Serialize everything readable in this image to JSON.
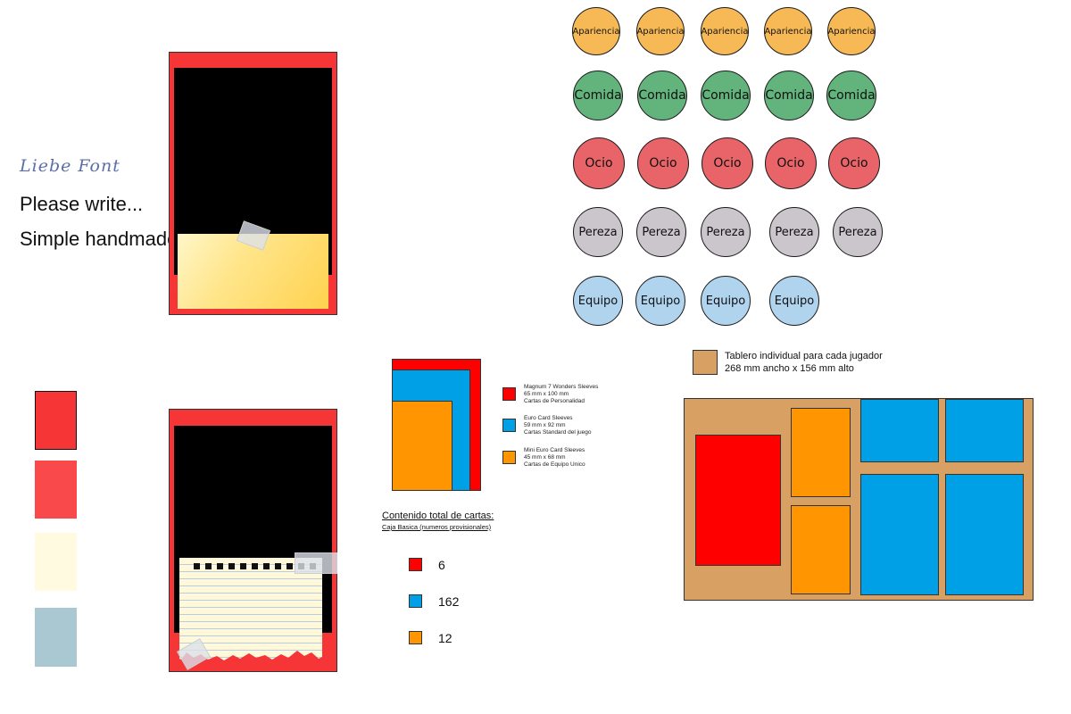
{
  "font_samples": [
    {
      "text": "Liebe Font"
    },
    {
      "text": "Please write..."
    },
    {
      "text": "Simple handmade"
    }
  ],
  "palette": [
    {
      "color": "#f63537"
    },
    {
      "color": "#f9494b"
    },
    {
      "color": "#fffae0"
    },
    {
      "color": "#a9c8d2"
    }
  ],
  "tokens": {
    "rows": [
      {
        "label": "Apariencia",
        "color": "#f7b955",
        "count": 5
      },
      {
        "label": "Comida",
        "color": "#62b37c",
        "count": 5
      },
      {
        "label": "Ocio",
        "color": "#e96468",
        "count": 5
      },
      {
        "label": "Pereza",
        "color": "#cbc6cc",
        "count": 5
      },
      {
        "label": "Equipo",
        "color": "#b0d3ee",
        "count": 4
      }
    ]
  },
  "sleeves": {
    "items": [
      {
        "color": "#ff0000",
        "lines": [
          "Magnum 7 Wonders Sleeves",
          "65 mm x 100 mm",
          "Cartas de Personalidad"
        ]
      },
      {
        "color": "#00a0e6",
        "lines": [
          "Euro Card Sleeves",
          "59 mm x 92 mm",
          "Cartas Standard del juego"
        ]
      },
      {
        "color": "#ff9500",
        "lines": [
          "Mini Euro Card Sleeves",
          "45 mm x 68 mm",
          "Cartas de Equipo Unico"
        ]
      }
    ]
  },
  "card_counts": {
    "title": "Contenido total de cartas:",
    "subtitle": "Caja Basica (numeros provisionales)",
    "items": [
      {
        "color": "#ff0000",
        "value": "6"
      },
      {
        "color": "#00a0e6",
        "value": "162"
      },
      {
        "color": "#ff9500",
        "value": "12"
      }
    ]
  },
  "board": {
    "color": "#d8a062",
    "line1": "Tablero individual para cada jugador",
    "line2": "268 mm ancho x 156 mm alto"
  }
}
